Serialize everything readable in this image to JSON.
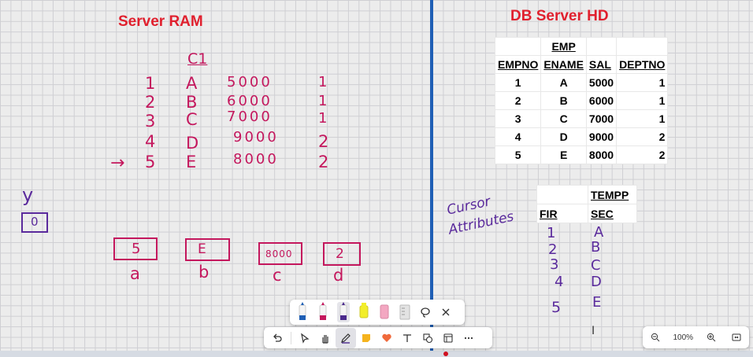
{
  "left_heading": "Server RAM",
  "right_heading": "DB Server HD",
  "cursor_label": "C1",
  "rows": [
    {
      "n": "1",
      "ename": "A",
      "sal": "5000",
      "dept": "1"
    },
    {
      "n": "2",
      "ename": "B",
      "sal": "6000",
      "dept": "1"
    },
    {
      "n": "3",
      "ename": "C",
      "sal": "7000",
      "dept": "1"
    },
    {
      "n": "4",
      "ename": "D",
      "sal": "9000",
      "dept": "2"
    },
    {
      "n": "5",
      "ename": "E",
      "sal": "8000",
      "dept": "2"
    }
  ],
  "row_pointer": "→",
  "y_label": "y",
  "y_value": "0",
  "variables": [
    {
      "value": "5",
      "name": "a"
    },
    {
      "value": "E",
      "name": "b"
    },
    {
      "value": "8000",
      "name": "c"
    },
    {
      "value": "2",
      "name": "d"
    }
  ],
  "emp_table": {
    "title": "EMP",
    "headers": [
      "EMPNO",
      "ENAME",
      "SAL",
      "DEPTNO"
    ],
    "rows": [
      [
        "1",
        "A",
        "5000",
        "1"
      ],
      [
        "2",
        "B",
        "6000",
        "1"
      ],
      [
        "3",
        "C",
        "7000",
        "1"
      ],
      [
        "4",
        "D",
        "9000",
        "2"
      ],
      [
        "5",
        "E",
        "8000",
        "2"
      ]
    ]
  },
  "tempp_table": {
    "title": "TEMPP",
    "headers": [
      "FIR",
      "SEC"
    ]
  },
  "cursor_attributes_note": {
    "line1": "Cursor",
    "line2": "Attributes"
  },
  "tempp_fir": [
    "1",
    "2",
    "3",
    "4",
    "5"
  ],
  "tempp_sec": [
    "A",
    "B",
    "C",
    "D",
    "E"
  ],
  "pen_colors": [
    "#1f5fb5",
    "#c4175d",
    "#4b2a8c",
    "#f2ee2a",
    "#f3a7c1",
    "#dcdcdc"
  ],
  "zoom_level": "100%",
  "icons": {
    "undo": "undo-icon",
    "select": "select-icon",
    "pan": "hand-icon",
    "pen": "pen-icon",
    "sticky": "sticky-note-icon",
    "reaction": "heart-icon",
    "text": "text-icon",
    "shapes": "shapes-icon",
    "template": "template-icon",
    "more": "more-icon",
    "lasso": "lasso-icon",
    "close": "close-icon",
    "zoom_out": "zoom-out-icon",
    "zoom_in": "zoom-in-icon",
    "fit": "fit-screen-icon"
  },
  "colors": {
    "heading": "#e0202e",
    "ink_pink": "#c4175d",
    "ink_purple": "#5a2a9c",
    "divider": "#1f5fb5"
  }
}
